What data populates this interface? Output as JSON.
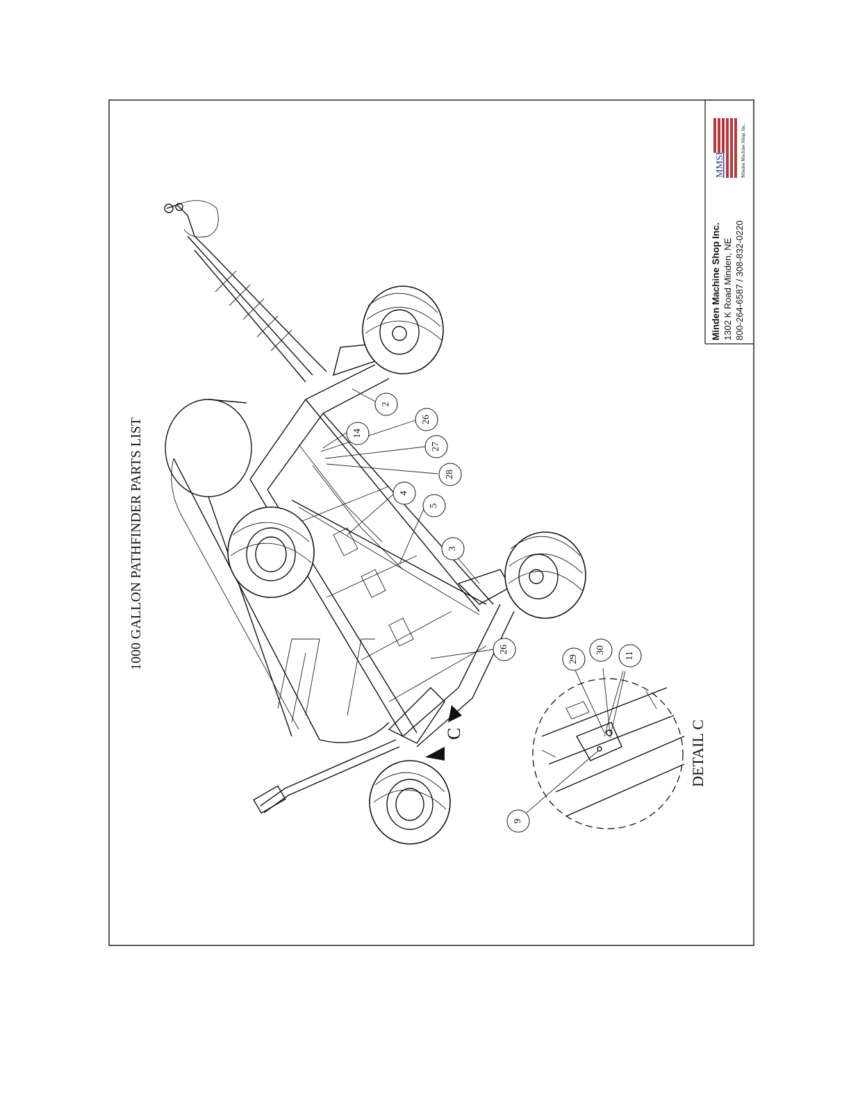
{
  "title": "1000 GALLON PATHFINDER PARTS LIST",
  "company": {
    "name": "Minden Machine Shop Inc.",
    "address": "1302 K Road  Minden, NE",
    "phone": "800-264-6587 / 308-832-0220",
    "logo_text": "MMSI",
    "logo_caption": "Minden Machine Shop, Inc."
  },
  "callouts": [
    "2",
    "14",
    "26",
    "27",
    "28",
    "4",
    "5",
    "3",
    "26",
    "29",
    "30",
    "11",
    "9"
  ],
  "section_marker": "C",
  "detail_label": "DETAIL  C",
  "colors": {
    "logo_red": "#b8383c",
    "logo_blue": "#2a3a8a",
    "line": "#111111"
  }
}
